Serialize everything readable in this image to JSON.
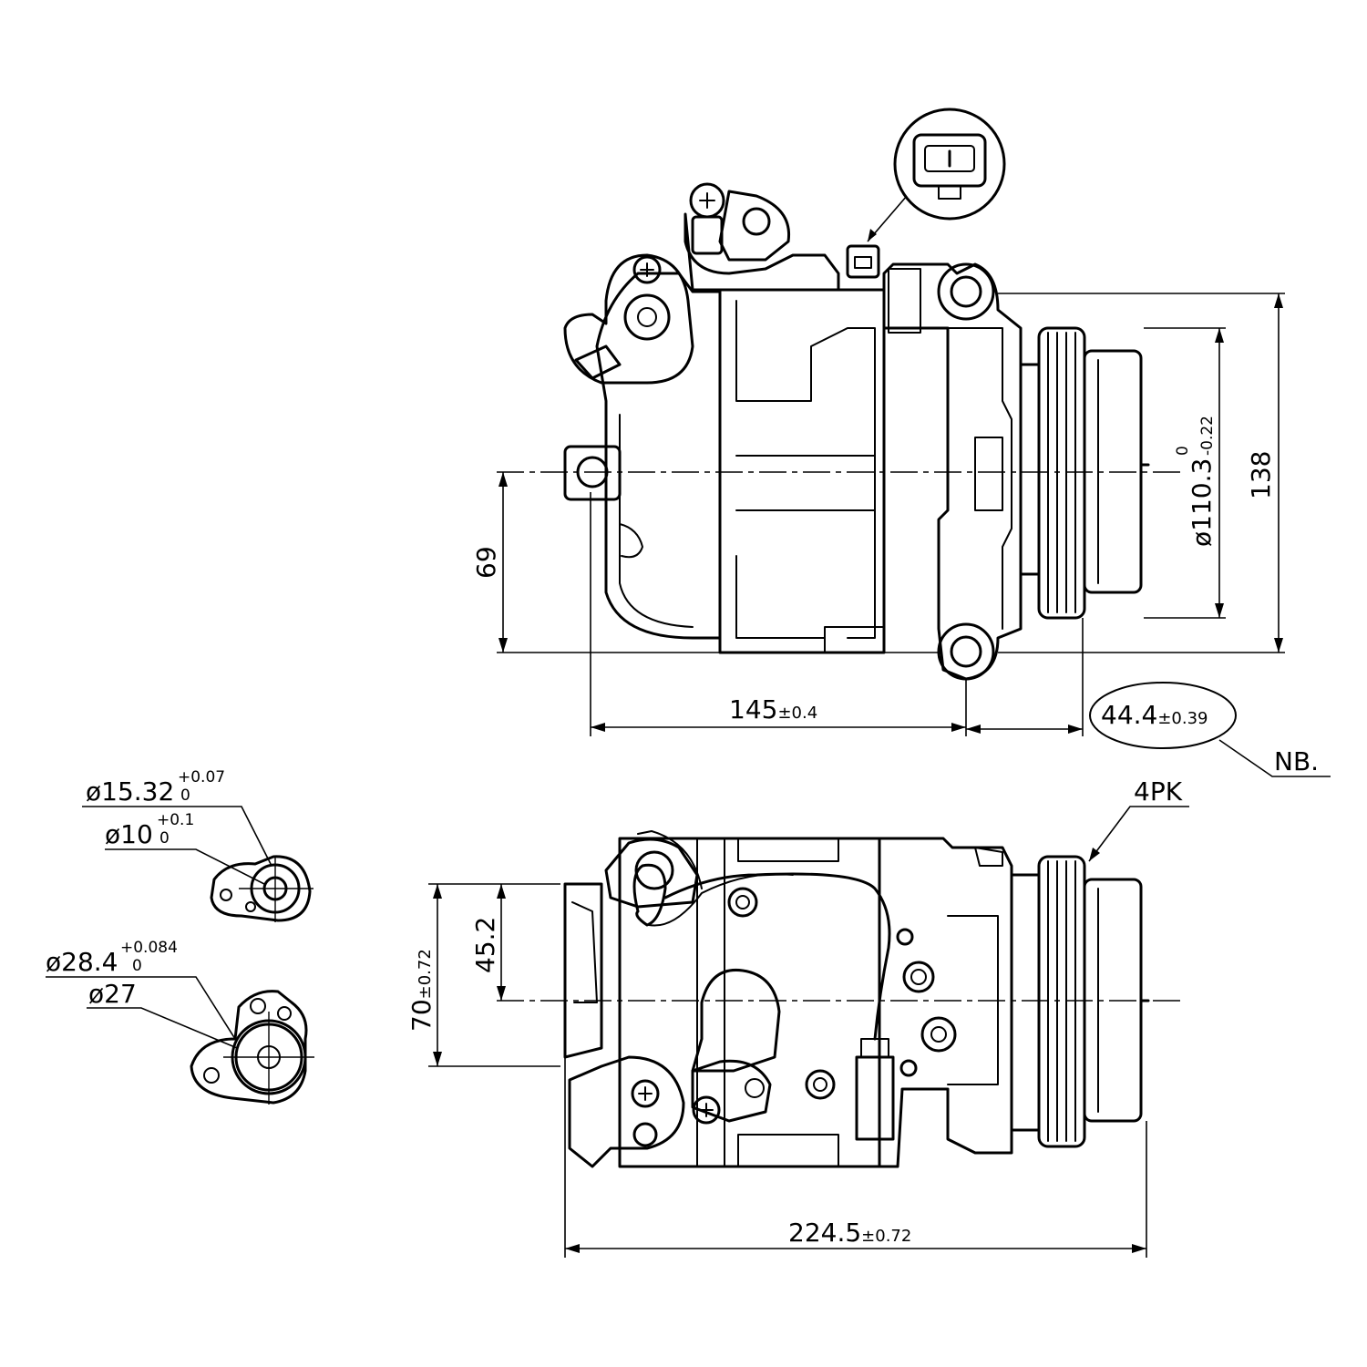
{
  "dimensions": {
    "d110": {
      "value": "ø110.3",
      "upper": "0",
      "lower": "-0.22"
    },
    "h138": "138",
    "h69": "69",
    "w145": {
      "value": "145",
      "tol": "±0.4"
    },
    "w44": {
      "value": "44.4",
      "tol": "±0.39"
    },
    "nb": "NB.",
    "pk": "4PK",
    "h70": {
      "value": "70",
      "tol": "±0.72"
    },
    "h45": "45.2",
    "w224": {
      "value": "224.5",
      "tol": "±0.72"
    },
    "d15": {
      "value": "ø15.32",
      "upper": "+0.07",
      "lower": "0"
    },
    "d10": {
      "value": "ø10",
      "upper": "+0.1",
      "lower": "0"
    },
    "d28": {
      "value": "ø28.4",
      "upper": "+0.084",
      "lower": "0"
    },
    "d27": "ø27"
  }
}
